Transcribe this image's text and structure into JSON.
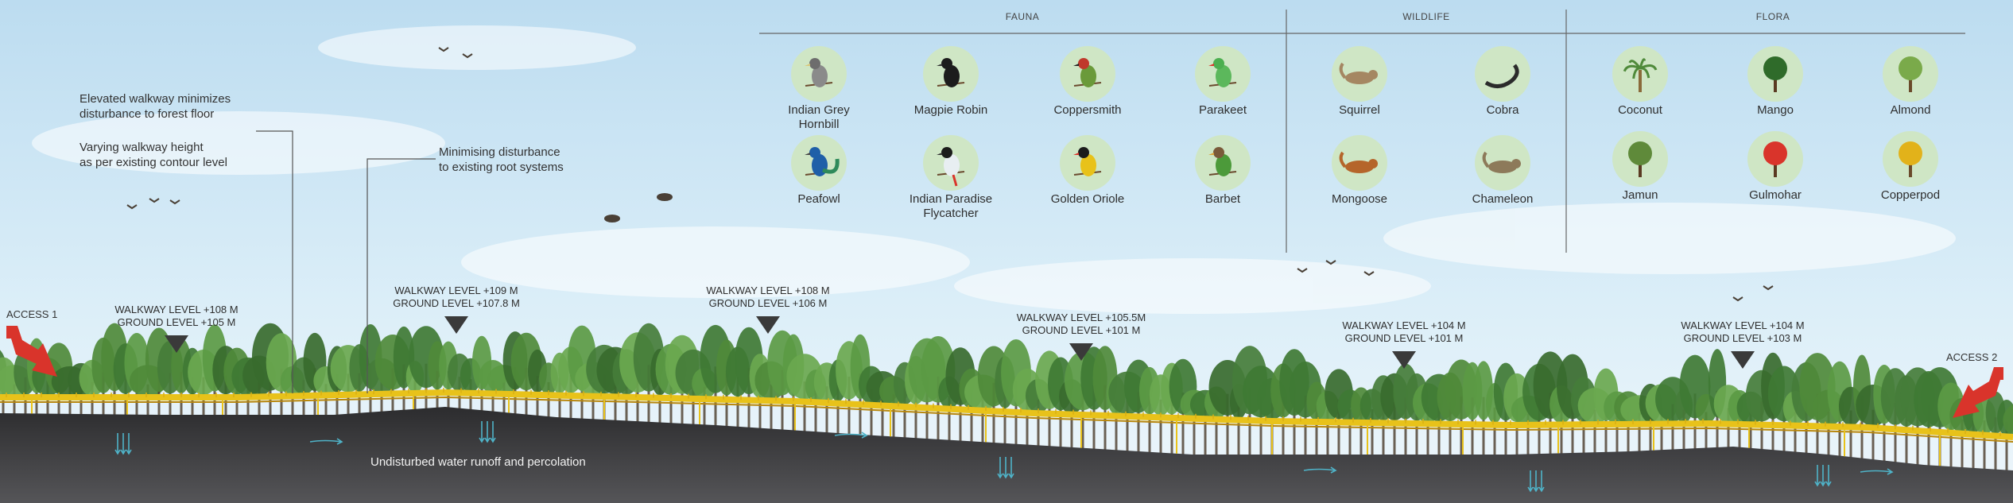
{
  "notes": {
    "elevated_1": "Elevated walkway minimizes",
    "elevated_2": "disturbance to forest floor",
    "varying_1": "Varying walkway height",
    "varying_2": "as per existing contour level",
    "roots_1": "Minimising disturbance",
    "roots_2": "to existing root systems",
    "water": "Undisturbed water runoff and percolation"
  },
  "access": [
    "ACCESS 1",
    "ACCESS  2"
  ],
  "levels": [
    {
      "walkway": "WALKWAY LEVEL +108 M",
      "ground": "GROUND LEVEL +105 M"
    },
    {
      "walkway": "WALKWAY LEVEL +109 M",
      "ground": "GROUND LEVEL +107.8 M"
    },
    {
      "walkway": "WALKWAY LEVEL +108 M",
      "ground": "GROUND LEVEL +106  M"
    },
    {
      "walkway": "WALKWAY LEVEL +105.5M",
      "ground": "GROUND LEVEL +101 M"
    },
    {
      "walkway": "WALKWAY LEVEL +104 M",
      "ground": "GROUND LEVEL +101 M"
    },
    {
      "walkway": "WALKWAY LEVEL +104 M",
      "ground": "GROUND LEVEL +103 M"
    }
  ],
  "legend": {
    "groups": [
      "FAUNA",
      "WILDLIFE",
      "FLORA"
    ],
    "fauna": [
      {
        "name": "Indian Grey\nHornbill",
        "icon": "hornbill-icon"
      },
      {
        "name": "Magpie Robin",
        "icon": "magpie-robin-icon"
      },
      {
        "name": "Coppersmith",
        "icon": "coppersmith-icon"
      },
      {
        "name": "Parakeet",
        "icon": "parakeet-icon"
      },
      {
        "name": "Peafowl",
        "icon": "peafowl-icon"
      },
      {
        "name": "Indian Paradise\nFlycatcher",
        "icon": "flycatcher-icon"
      },
      {
        "name": "Golden Oriole",
        "icon": "oriole-icon"
      },
      {
        "name": "Barbet",
        "icon": "barbet-icon"
      }
    ],
    "wildlife": [
      {
        "name": "Squirrel",
        "icon": "squirrel-icon"
      },
      {
        "name": "Cobra",
        "icon": "cobra-icon"
      },
      {
        "name": "Mongoose",
        "icon": "mongoose-icon"
      },
      {
        "name": "Chameleon",
        "icon": "chameleon-icon"
      }
    ],
    "flora": [
      {
        "name": "Coconut",
        "icon": "coconut-tree-icon"
      },
      {
        "name": "Mango",
        "icon": "mango-tree-icon"
      },
      {
        "name": "Almond",
        "icon": "almond-tree-icon"
      },
      {
        "name": "Jamun",
        "icon": "jamun-tree-icon"
      },
      {
        "name": "Gulmohar",
        "icon": "gulmohar-tree-icon"
      },
      {
        "name": "Copperpod",
        "icon": "copperpod-tree-icon"
      }
    ]
  },
  "colors": {
    "sky": "#cfe5f3",
    "ground": "#3a3a3c",
    "walkway": "#e8c21a",
    "walkway_rail": "#b8860b",
    "water_arrow": "#4fb3c8",
    "access_arrow": "#d9342b",
    "icon_bg": "#cfe6c5",
    "tree": "#4f8a3a"
  }
}
